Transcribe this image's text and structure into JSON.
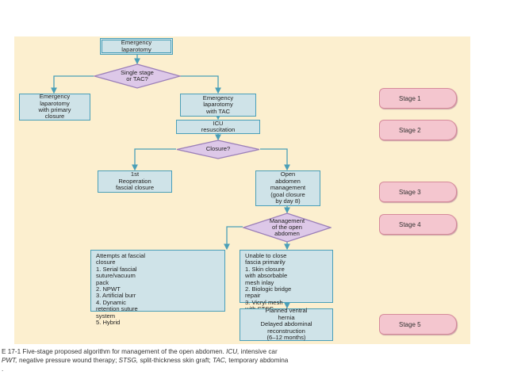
{
  "nodes": {
    "emergency_laparotomy": "Emergency\nlaparotomy",
    "single_stage_or_tac": "Single stage\nor TAC?",
    "primary_closure": "Emergency\nlaparotomy\nwith primary\nclosure",
    "with_tac": "Emergency\nlaparotomy\nwith TAC",
    "icu_resuscitation": "ICU\nresuscitation",
    "closure_question": "Closure?",
    "reoperation": "1st\nReoperation\nfascial closure",
    "open_abdomen_mgmt": "Open\nabdomen\nmanagement\n(goal closure\nby day 8)",
    "management_open_abdomen": "Management\nof the open\nabdomen",
    "attempts_fascial": "Attempts at fascial\nclosure\n1.  Serial fascial\n     suture/vacuum\n     pack\n2.  NPWT\n3.  Artificial burr\n4.  Dynamic\n     retention suture\n     system\n5.  Hybrid",
    "unable_close": "Unable to close\nfascia primarily\n1.  Skin closure\n     with absorbable\n     mesh inlay\n2.  Biologic bridge\n     repair\n3.  Vicryl mesh\n     with STSG",
    "planned_ventral_hernia": "Planned ventral\nhernia\nDelayed abdominal\nreconstruction\n(6–12 months)"
  },
  "stages": [
    "Stage 1",
    "Stage 2",
    "Stage 3",
    "Stage 4",
    "Stage 5"
  ],
  "caption": {
    "line1_prefix": "E 17-1  Five-stage proposed algorithm for management of the open abdomen. ",
    "line1_abbr1": "ICU,",
    "line1_suffix": " intensive car",
    "line2_abbr1": "PWT,",
    "line2_text1": " negative pressure wound therapy; ",
    "line2_abbr2": "STSG,",
    "line2_text2": " split-thickness skin graft; ",
    "line2_abbr3": "TAC,",
    "line2_text3": " temporary abdomina",
    "line3": "."
  },
  "colors": {
    "panel": "#fcefcf",
    "box_fill": "#cfe3e8",
    "box_border": "#4a9fb8",
    "diamond_fill": "#ddc8e8",
    "diamond_border": "#9b7fb8",
    "stage_fill": "#f4c6cf",
    "arrow": "#4a9fb8"
  }
}
